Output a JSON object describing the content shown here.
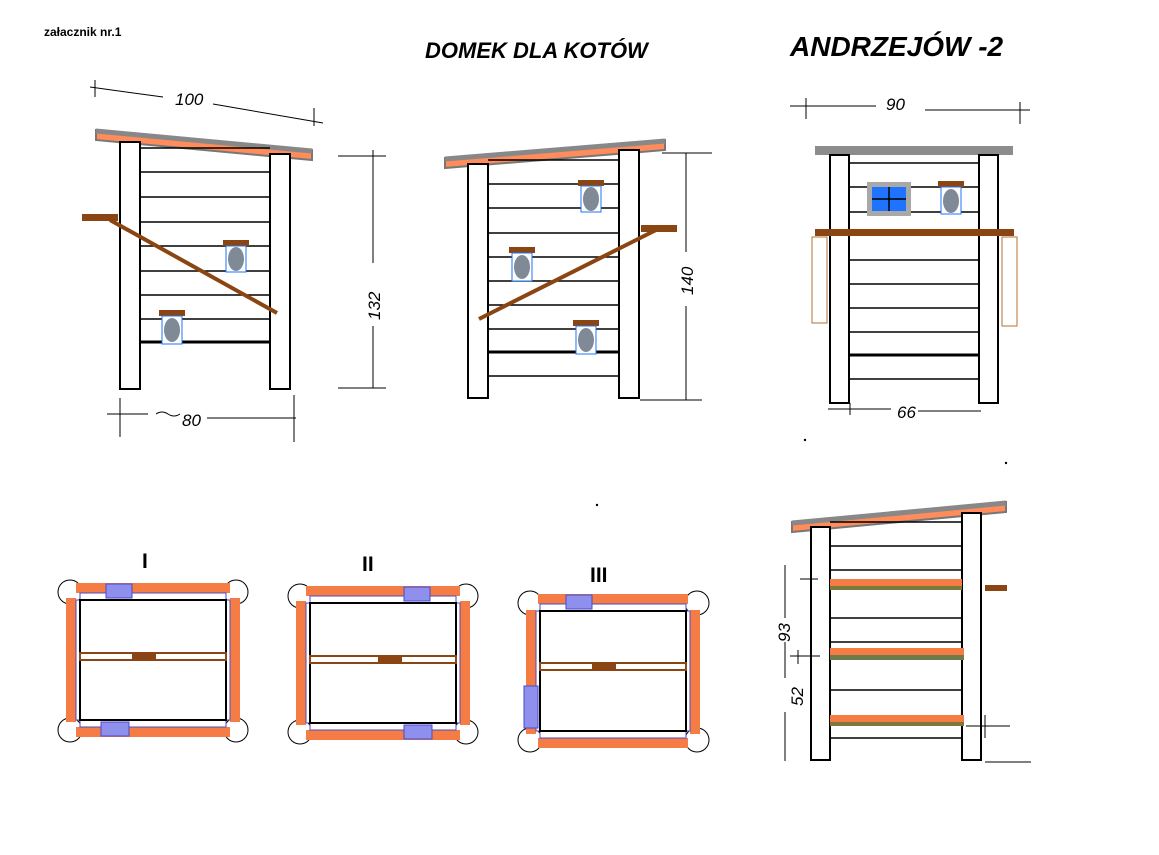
{
  "header": {
    "attachment_label": "załacznik nr.1",
    "title": "DOMEK DLA KOTÓW",
    "location": "ANDRZEJÓW -2"
  },
  "dimensions": {
    "front_roof_width": "100",
    "front_height": "132",
    "front_base_width": "80",
    "back_height": "140",
    "side_roof_width": "90",
    "side_base_width": "66",
    "section_lower": "93",
    "section_upper": "52"
  },
  "plans": {
    "plan1_label": "I",
    "plan2_label": "II",
    "plan3_label": "III"
  },
  "colors": {
    "roof_orange": "#f4845c",
    "roof_gray": "#8c8c8c",
    "wood_brown": "#8b4513",
    "window_blue": "#1e73ff",
    "opening_gray": "#7f8a96",
    "plank_orange": "#f57d45",
    "joint_purple": "#8f8fee"
  }
}
